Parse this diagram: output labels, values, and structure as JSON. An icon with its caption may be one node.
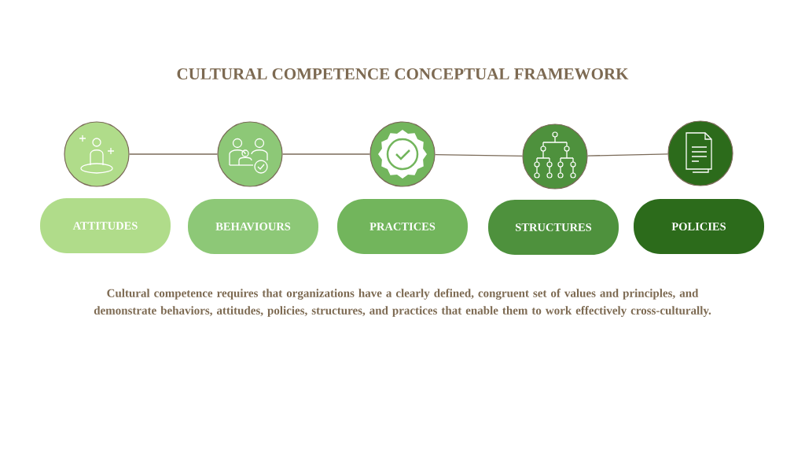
{
  "diagram": {
    "title": "CULTURAL COMPETENCE CONCEPTUAL FRAMEWORK",
    "nodes": [
      {
        "text": [],
        "shape": "circle"
      },
      {
        "text": [],
        "shape": "circle"
      },
      {
        "text": [],
        "shape": "circle"
      },
      {
        "text": [],
        "shape": "circle"
      },
      {
        "text": [],
        "shape": "circle"
      },
      {
        "text": [
          "ATTITUDES"
        ]
      },
      {
        "text": [
          "BEHAVIOURS"
        ]
      },
      {
        "text": [
          "PRACTICES"
        ]
      },
      {
        "text": [
          "STRUCTURES"
        ]
      },
      {
        "text": [
          "POLICIES"
        ]
      }
    ],
    "edges": [
      {
        "from": 0,
        "to": 1,
        "arrow": "none"
      },
      {
        "from": 1,
        "to": 2,
        "arrow": "none"
      },
      {
        "from": 2,
        "to": 3,
        "arrow": "none"
      },
      {
        "from": 3,
        "to": 4,
        "arrow": "none"
      }
    ],
    "labels": [
      "Cultural competence requires that organizations have a clearly defined, congruent set of values and principles, and demonstrate behaviors, attitudes, policies, structures, and practices that enable them to work effectively cross-culturally."
    ]
  }
}
